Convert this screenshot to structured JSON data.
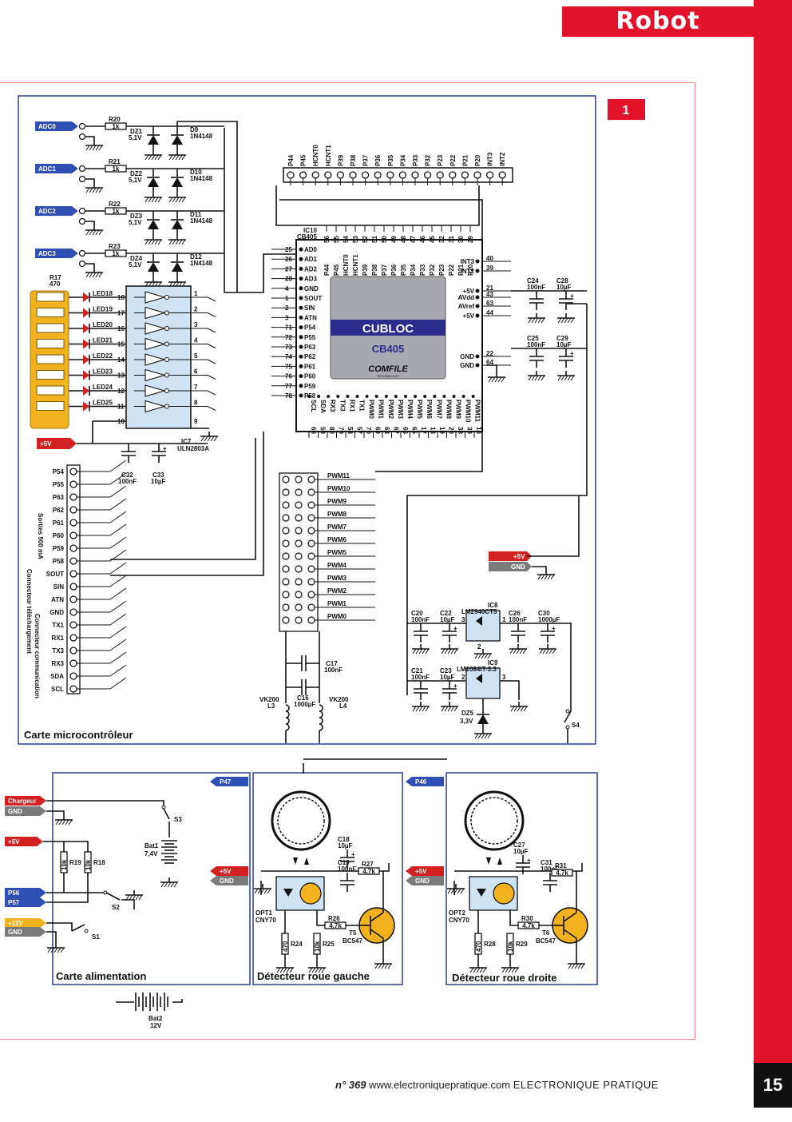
{
  "header": {
    "section": "Robot"
  },
  "figure": {
    "number": "1"
  },
  "sections": {
    "micro": "Carte microcontrôleur",
    "power": "Carte alimentation",
    "left_detector": "Détecteur roue gauche",
    "right_detector": "Détecteur roue droite"
  },
  "chip": {
    "name": "CUBLOC",
    "model": "CB405",
    "brand": "COMFILE",
    "brand_sub": "TECHNOLOGY",
    "ref": "IC10",
    "ref_model": "CB405",
    "left_pins": [
      {
        "num": "25",
        "name": "AD0"
      },
      {
        "num": "26",
        "name": "AD1"
      },
      {
        "num": "27",
        "name": "AD2"
      },
      {
        "num": "28",
        "name": "AD3"
      },
      {
        "num": "4",
        "name": "GND"
      },
      {
        "num": "1",
        "name": "SOUT"
      },
      {
        "num": "2",
        "name": "SIN"
      },
      {
        "num": "3",
        "name": "ATN"
      },
      {
        "num": "71",
        "name": "P54"
      },
      {
        "num": "72",
        "name": "P55"
      },
      {
        "num": "73",
        "name": "P63"
      },
      {
        "num": "74",
        "name": "P62"
      },
      {
        "num": "75",
        "name": "P61"
      },
      {
        "num": "76",
        "name": "P60"
      },
      {
        "num": "77",
        "name": "P59"
      },
      {
        "num": "78",
        "name": "P58"
      }
    ],
    "right_pins": [
      {
        "num": "40",
        "name": "INT3"
      },
      {
        "num": "39",
        "name": "INT2"
      },
      {
        "num": "21",
        "name": "+5V"
      },
      {
        "num": "43",
        "name": "AVdd"
      },
      {
        "num": "63",
        "name": "AVref"
      },
      {
        "num": "44",
        "name": "+5V"
      },
      {
        "num": "22",
        "name": "GND"
      },
      {
        "num": "64",
        "name": "GND"
      }
    ],
    "top_pins": [
      "P44",
      "P45",
      "HCNT0",
      "HCNT1",
      "P39",
      "P38",
      "P37",
      "P36",
      "P35",
      "P34",
      "P33",
      "P32",
      "P23",
      "P22",
      "P21",
      "P20",
      "INT3",
      "INT2"
    ],
    "top_nums": [
      "56",
      "55",
      "54",
      "53",
      "52",
      "51",
      "50",
      "49",
      "48",
      "47",
      "46",
      "45",
      "32",
      "31",
      "30",
      "29"
    ],
    "bottom_pins": [
      "SCL",
      "SDA",
      "RX3",
      "TX3",
      "RX1",
      "TX1",
      "PWM0",
      "PWM1",
      "PWM2",
      "PWM3",
      "PWM4",
      "PWM5",
      "PWM6",
      "PWM7",
      "PWM8",
      "PWM9",
      "PWM10",
      "PWM11"
    ],
    "bottom_nums": [
      "60",
      "59",
      "80",
      "79",
      "58",
      "57",
      "70",
      "69",
      "68",
      "67",
      "66",
      "65",
      "17",
      "18",
      "19",
      "20",
      "38",
      "39",
      "10"
    ]
  },
  "header_pins_top": [
    "P44",
    "P45",
    "HCNT0",
    "HCNT1",
    "P39",
    "P38",
    "P37",
    "P36",
    "P35",
    "P34",
    "P33",
    "P32",
    "P23",
    "P22",
    "P21",
    "P20",
    "INT3",
    "INT2"
  ],
  "adc": [
    {
      "label": "ADC0",
      "r": "R20",
      "rv": "1k",
      "dz": "DZ1",
      "dzv": "5,1V",
      "d": "D9",
      "dv": "1N4148"
    },
    {
      "label": "ADC1",
      "r": "R21",
      "rv": "1k",
      "dz": "DZ2",
      "dzv": "5,1V",
      "d": "D10",
      "dv": "1N4148"
    },
    {
      "label": "ADC2",
      "r": "R22",
      "rv": "1k",
      "dz": "DZ3",
      "dzv": "5,1V",
      "d": "D11",
      "dv": "1N4148"
    },
    {
      "label": "ADC3",
      "r": "R23",
      "rv": "1k",
      "dz": "DZ4",
      "dzv": "5,1V",
      "d": "D12",
      "dv": "1N4148"
    }
  ],
  "leds": {
    "rnet": "R17",
    "rnet_value": "470",
    "items": [
      {
        "name": "LED18",
        "pin": "18"
      },
      {
        "name": "LED19",
        "pin": "17"
      },
      {
        "name": "LED20",
        "pin": "16"
      },
      {
        "name": "LED21",
        "pin": "15"
      },
      {
        "name": "LED22",
        "pin": "14"
      },
      {
        "name": "LED23",
        "pin": "13"
      },
      {
        "name": "LED24",
        "pin": "12"
      },
      {
        "name": "LED25",
        "pin": "11"
      }
    ],
    "pin10": "10",
    "pin9": "9",
    "out_pins": [
      "1",
      "2",
      "3",
      "4",
      "5",
      "6",
      "7",
      "8"
    ],
    "driver": "IC7",
    "driver_model": "ULN2803A"
  },
  "caps_mid": [
    {
      "ref": "C32",
      "val": "100nF"
    },
    {
      "ref": "C33",
      "val": "10µF"
    }
  ],
  "plus5": "+5V",
  "connector": {
    "pins": [
      "P54",
      "P55",
      "P63",
      "P62",
      "P61",
      "P60",
      "P59",
      "P58",
      "SOUT",
      "SIN",
      "ATN",
      "GND",
      "TX1",
      "RX1",
      "TX3",
      "RX3",
      "SDA",
      "SCL"
    ],
    "side1": "Sorties 500 mA",
    "side2": "Connecteur téléchargement",
    "side3": "Connecteur communication"
  },
  "pwm_header": [
    "PWM11",
    "PWM10",
    "PWM9",
    "PWM8",
    "PWM7",
    "PWM6",
    "PWM5",
    "PWM4",
    "PWM3",
    "PWM2",
    "PWM1",
    "PWM0"
  ],
  "right_caps": [
    {
      "ref": "C24",
      "val": "100nF"
    },
    {
      "ref": "C28",
      "val": "10µF"
    },
    {
      "ref": "C25",
      "val": "100nF"
    },
    {
      "ref": "C29",
      "val": "10µF"
    }
  ],
  "power_tags": {
    "plus5": "+5V",
    "gnd": "GND"
  },
  "regulators": {
    "ic8": "IC8",
    "ic8_model": "LM2940CT5",
    "ic9": "IC9",
    "ic9_model": "LM1084IT-3.3",
    "caps": [
      {
        "ref": "C20",
        "val": "100nF"
      },
      {
        "ref": "C22",
        "val": "10µF"
      },
      {
        "ref": "C26",
        "val": "100nF"
      },
      {
        "ref": "C30",
        "val": "1000µF"
      },
      {
        "ref": "C21",
        "val": "100nF"
      },
      {
        "ref": "C23",
        "val": "10µF"
      }
    ],
    "zener": "DZ5",
    "zener_v": "3,3V",
    "switch": "S4",
    "pins": [
      "1",
      "2",
      "3"
    ]
  },
  "filter": {
    "c17": "C17",
    "c17v": "100nF",
    "c16": "C16",
    "c16v": "1000µF",
    "l3": "VK200",
    "l3r": "L3",
    "l4": "VK200",
    "l4r": "L4"
  },
  "power_board": {
    "charger": "Chargeur",
    "gnd": "GND",
    "plus5": "+5V",
    "p56": "P56",
    "p57": "P57",
    "plus12": "+12V",
    "gnd2": "GND",
    "bat1": "Bat1",
    "bat1v": "7,4V",
    "bat2": "Bat2",
    "bat2v": "12V",
    "r19": "R19",
    "r19v": "10k",
    "r18": "R18",
    "r18v": "10k",
    "s1": "S1",
    "s2": "S2",
    "s3": "S3"
  },
  "det_left": {
    "tag": "P47",
    "plus5": "+5V",
    "gnd": "GND",
    "opt": "OPT1",
    "opt_model": "CNY70",
    "c18": "C18",
    "c18v": "10µF",
    "c19": "C19",
    "c19v": "100nF",
    "r27": "R27",
    "r27v": "4,7k",
    "r26": "R26",
    "r26v": "4,7k",
    "r24": "R24",
    "r24v": "470",
    "r25": "R25",
    "r25v": "10k",
    "t": "T5",
    "t_model": "BC547"
  },
  "det_right": {
    "tag": "P46",
    "plus5": "+5V",
    "gnd": "GND",
    "opt": "OPT2",
    "opt_model": "CNY70",
    "c27": "C27",
    "c27v": "10µF",
    "c31": "C31",
    "c31v": "100nF",
    "r31": "R31",
    "r31v": "4,7k",
    "r30": "R30",
    "r30v": "4,7k",
    "r28": "R28",
    "r28v": "470",
    "r29": "R29",
    "r29v": "10k",
    "t": "T6",
    "t_model": "BC547"
  },
  "footer": {
    "issue": "n° 369",
    "site": "www.electroniquepratique.com",
    "mag": "ELECTRONIQUE PRATIQUE",
    "page": "15"
  },
  "colors": {
    "accent": "#e3122b",
    "tag_blue": "#2f4fb5",
    "tag_red": "#d32020",
    "tag_gray": "#7a7a7a",
    "led_orange": "#f2b21d",
    "chip_gray": "#a8a8b0",
    "chip_band": "#2c2c8c"
  }
}
